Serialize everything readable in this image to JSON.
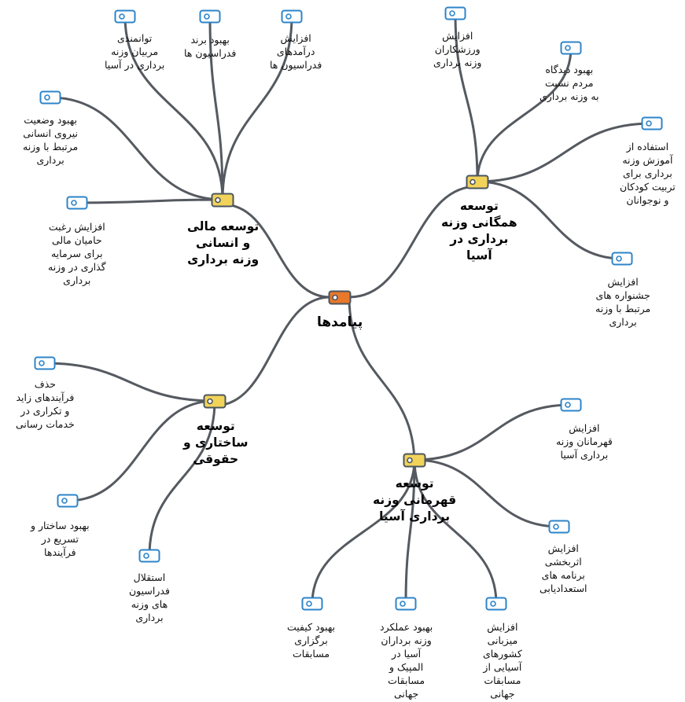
{
  "colors": {
    "link": "#555a60",
    "root_tag_fill": "#e8782a",
    "root_tag_stroke": "#4a5560",
    "main_tag_fill": "#f2d35a",
    "main_tag_stroke": "#4a5560",
    "leaf_tag_fill": "#ffffff",
    "leaf_tag_stroke": "#2d84c9"
  },
  "icons": {
    "root": "tag-icon",
    "main": "tag-icon",
    "leaf": "tag-icon"
  },
  "root": {
    "label": "پیامدها"
  },
  "branches": [
    {
      "key": "b1",
      "label_lines": [
        "توسعه مالی",
        "و انسانی",
        "وزنه برداری"
      ],
      "children": [
        {
          "key": "b1c1",
          "lines": [
            "افزایش رغبت",
            "حامیان مالی",
            "برای سرمایه",
            "گذاری در وزنه",
            "برداری"
          ]
        },
        {
          "key": "b1c2",
          "lines": [
            "بهبود وضعیت",
            "نیروی انسانی",
            "مرتبط با وزنه",
            "برداری"
          ]
        },
        {
          "key": "b1c3",
          "lines": [
            "توانمندی",
            "مربیان وزنه",
            "برداری در آسیا"
          ]
        },
        {
          "key": "b1c4",
          "lines": [
            "بهبود برند",
            "فدراسیون ها"
          ]
        },
        {
          "key": "b1c5",
          "lines": [
            "افزایش",
            "درآمدهای",
            "فدراسیون ها"
          ]
        }
      ]
    },
    {
      "key": "b2",
      "label_lines": [
        "توسعه",
        "همگانی وزنه",
        "برداری در",
        "آسیا"
      ],
      "children": [
        {
          "key": "b2c1",
          "lines": [
            "افزایش",
            "ورزشکاران",
            "وزنه برداری"
          ]
        },
        {
          "key": "b2c2",
          "lines": [
            "بهبود دیدگاه",
            "مردم نسبت",
            "به وزنه برداری"
          ]
        },
        {
          "key": "b2c3",
          "lines": [
            "استفاده از",
            "آموزش وزنه",
            "برداری برای",
            "تربیت کودکان",
            "و نوجوانان"
          ]
        },
        {
          "key": "b2c4",
          "lines": [
            "افزایش",
            "جشنواره های",
            "مرتبط با وزنه",
            "برداری"
          ]
        }
      ]
    },
    {
      "key": "b3",
      "label_lines": [
        "توسعه",
        "ساختاری و",
        "حقوقی"
      ],
      "children": [
        {
          "key": "b3c1",
          "lines": [
            "حذف",
            "فرآیندهای زاید",
            "و تکراری در",
            "خدمات رسانی"
          ]
        },
        {
          "key": "b3c2",
          "lines": [
            "بهبود ساختار و",
            "تسریع در",
            "فرآیندها"
          ]
        },
        {
          "key": "b3c3",
          "lines": [
            "استقلال",
            "فدراسیون",
            "های وزنه",
            "برداری"
          ]
        }
      ]
    },
    {
      "key": "b4",
      "label_lines": [
        "توسعه",
        "قهرمانی وزنه",
        "برداری آسیا"
      ],
      "children": [
        {
          "key": "b4c1",
          "lines": [
            "افزایش",
            "قهرمانان وزنه",
            "برداری آسیا"
          ]
        },
        {
          "key": "b4c2",
          "lines": [
            "افزایش",
            "اثربخشی",
            "برنامه های",
            "استعدادیابی"
          ]
        },
        {
          "key": "b4c3",
          "lines": [
            "افزایش",
            "میزبانی",
            "کشورهای",
            "آسیایی از",
            "مسابقات",
            "جهانی"
          ]
        },
        {
          "key": "b4c4",
          "lines": [
            "بهبود عملکرد",
            "وزنه برداران",
            "آسیا در",
            "المپیک و",
            "مسابقات",
            "جهانی"
          ]
        },
        {
          "key": "b4c5",
          "lines": [
            "بهبود کیفیت",
            "برگزاری",
            "مسابقات"
          ]
        }
      ]
    }
  ]
}
